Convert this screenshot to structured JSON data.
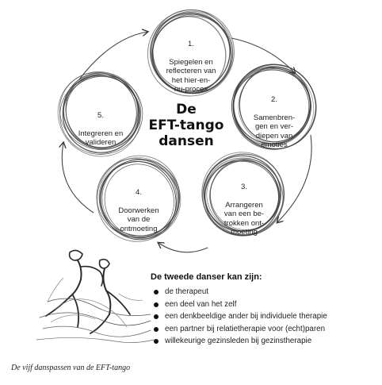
{
  "diagram": {
    "center_title": "De\nEFT-tango\ndansen",
    "steps": [
      {
        "number": "1.",
        "label": "Spiegelen en\nreflecteren van\nhet hier-en-\nnu-proces"
      },
      {
        "number": "2.",
        "label": "Samenbren-\ngen en ver-\ndiepen van\nemoties"
      },
      {
        "number": "3.",
        "label": "Arrangeren\nvan een be-\ntrokken ont-\nmoeting"
      },
      {
        "number": "4.",
        "label": "Doorwerken\nvan de\nontmoeting"
      },
      {
        "number": "5.",
        "label": "Integreren en\nvalideren"
      }
    ]
  },
  "second_dancer": {
    "heading": "De tweede danser kan zijn:",
    "items": [
      "de therapeut",
      "een deel van het zelf",
      "een denkbeeldige ander bij individuele therapie",
      "een partner bij relatietherapie voor (echt)paren",
      "willekeurige gezinsleden bij gezinstherapie"
    ]
  },
  "caption": "De vijf danspassen van de EFT-tango",
  "colors": {
    "ink": "#1a1a1a",
    "scribble": "#3a3a3a"
  }
}
